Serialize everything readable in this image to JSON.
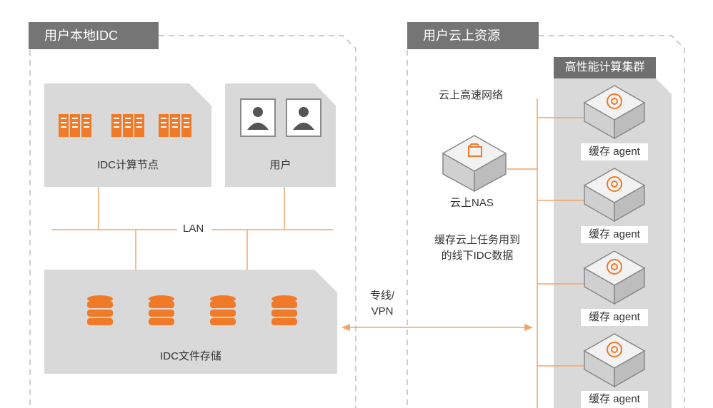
{
  "idc": {
    "title": "用户本地IDC",
    "compute_label": "IDC计算节点",
    "user_label": "用户",
    "lan_label": "LAN",
    "storage_label": "IDC文件存储"
  },
  "cloud": {
    "title": "用户云上资源",
    "network_label": "云上高速网络",
    "nas_label": "云上NAS",
    "cache_note_line1": "缓存云上任务用到",
    "cache_note_line2": "的线下IDC数据",
    "cluster_title": "高性能计算集群",
    "agents": [
      "缓存 agent",
      "缓存 agent",
      "缓存 agent",
      "缓存 agent"
    ]
  },
  "link": {
    "line1": "专线/",
    "line2": "VPN"
  },
  "colors": {
    "accent": "#f07a28",
    "panel": "#d9d9d9",
    "tab": "#757575",
    "line": "#f4a46a"
  }
}
